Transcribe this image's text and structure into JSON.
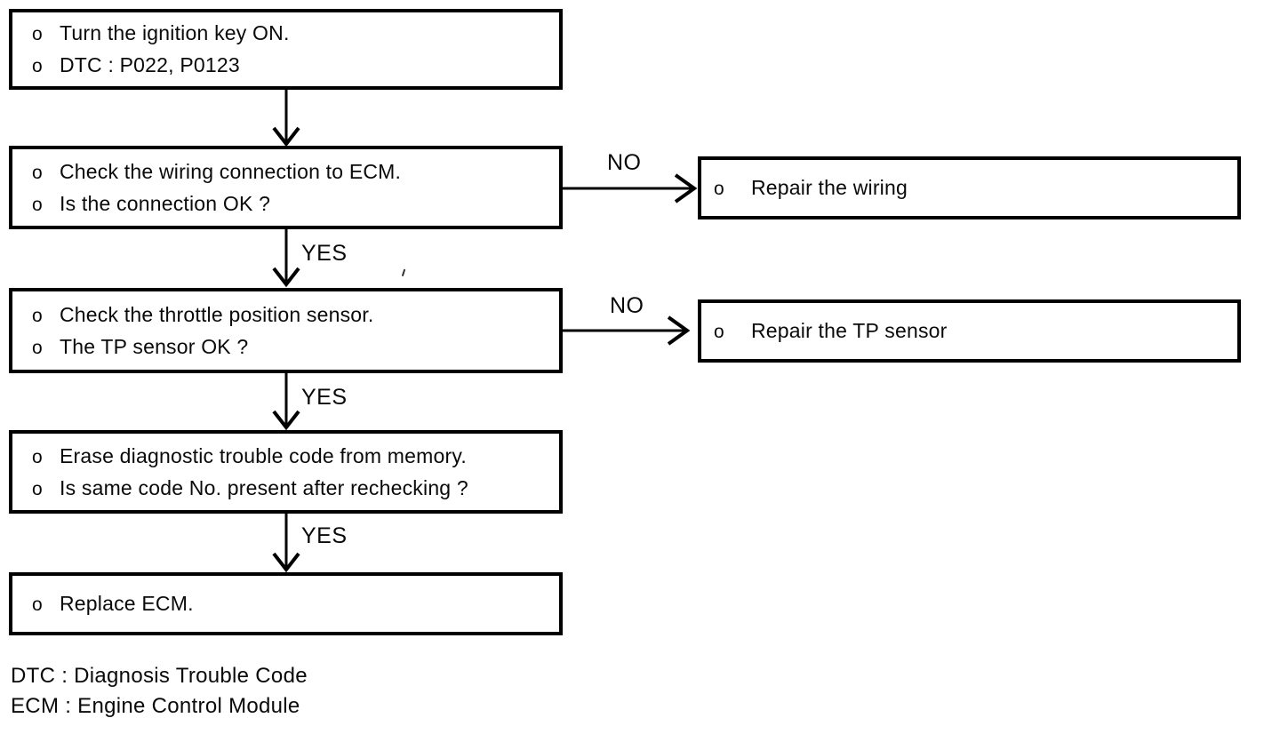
{
  "diagram": {
    "bullet": "o",
    "steps": [
      {
        "lines": [
          "Turn the ignition key ON.",
          "DTC : P022, P0123"
        ]
      },
      {
        "lines": [
          "Check the wiring connection to ECM.",
          "Is the connection OK ?"
        ]
      },
      {
        "lines": [
          "Check the throttle position sensor.",
          "The TP sensor OK ?"
        ]
      },
      {
        "lines": [
          "Erase diagnostic trouble code from memory.",
          "Is same code No. present after rechecking ?"
        ]
      },
      {
        "lines": [
          "Replace ECM."
        ]
      }
    ],
    "actions": [
      {
        "lines": [
          "Repair the wiring"
        ]
      },
      {
        "lines": [
          "Repair the TP sensor"
        ]
      }
    ],
    "labels": {
      "yes": "YES",
      "no": "NO"
    },
    "legend": {
      "line1": "DTC : Diagnosis Trouble Code",
      "line2": "ECM : Engine Control Module"
    },
    "colors": {
      "line": "#000000",
      "background": "#ffffff",
      "text": "#0a0a0a"
    }
  }
}
